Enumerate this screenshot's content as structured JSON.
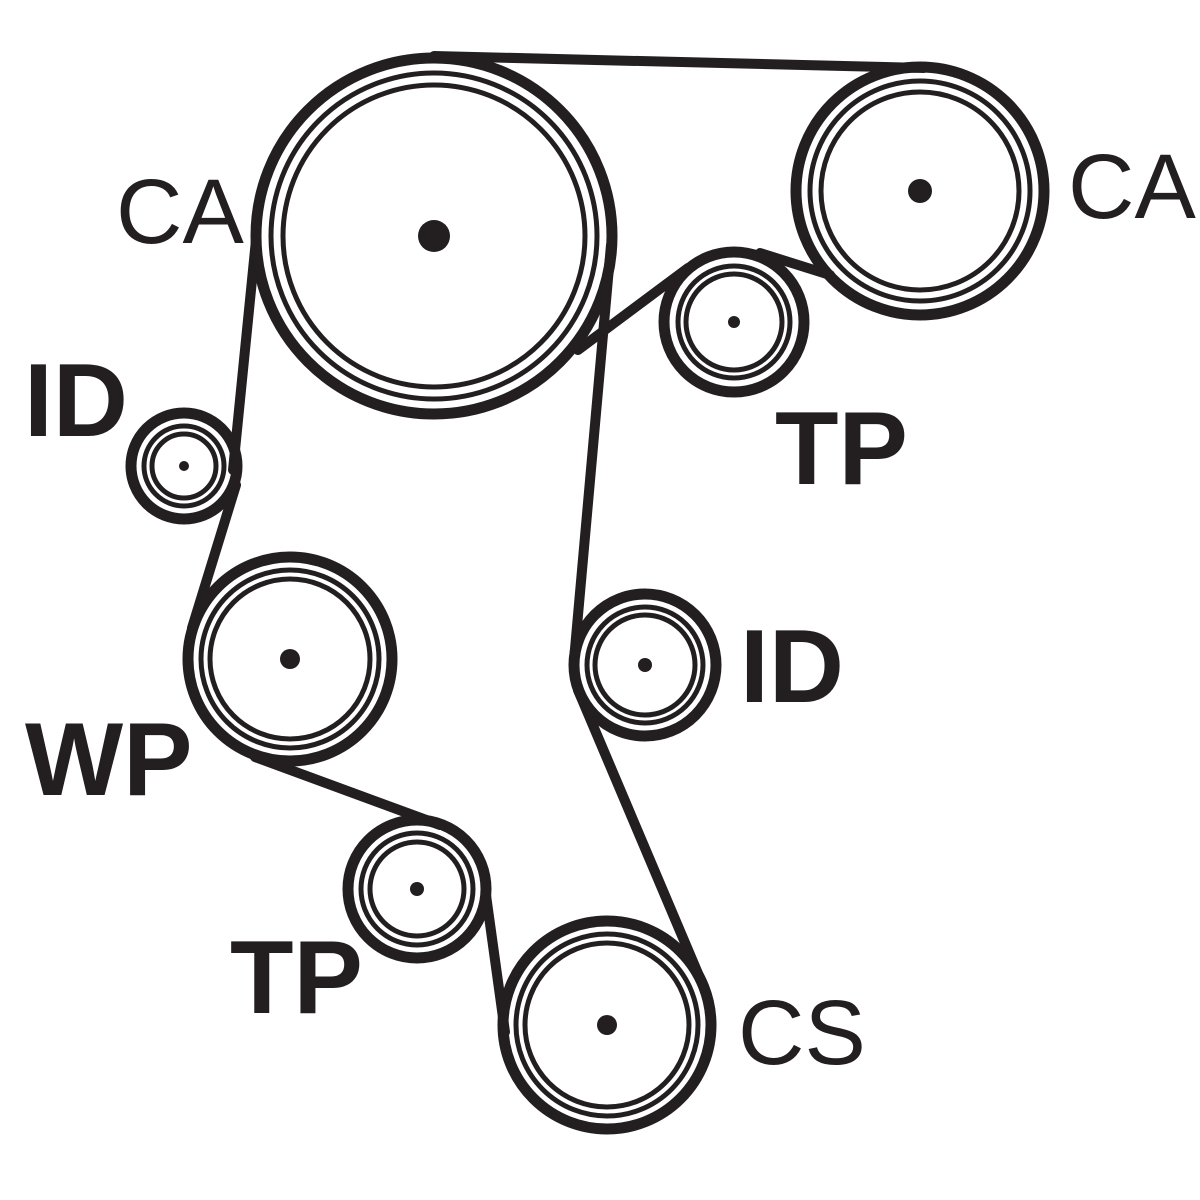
{
  "diagram": {
    "colors": {
      "ink": "#231f20",
      "background": "#ffffff"
    },
    "labels": {
      "camshaft_left": "CA",
      "camshaft_right": "CA",
      "idler_left": "ID",
      "tensioner_top": "TP",
      "idler_right": "ID",
      "water_pump": "WP",
      "tensioner_bottom": "TP",
      "crankshaft": "CS"
    }
  }
}
